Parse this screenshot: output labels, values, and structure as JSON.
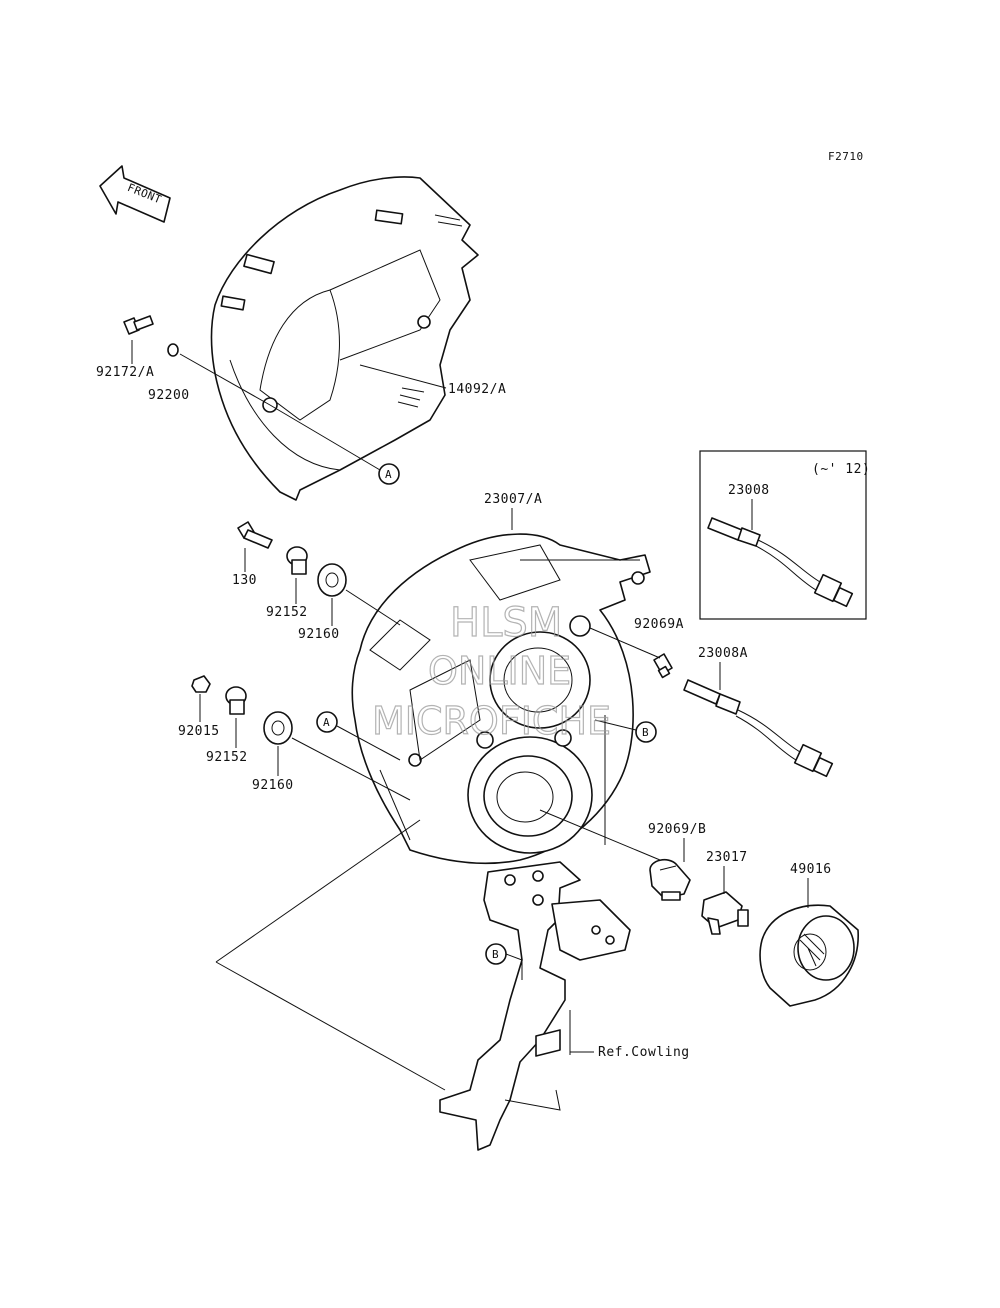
{
  "figure_code": "F2710",
  "front_arrow_label": "FRONT",
  "inset_note": "(~' 12)",
  "watermark": {
    "line1": "HLSM",
    "line2": "ONLINE",
    "line3": "MICROFICHE"
  },
  "callouts": {
    "a1": "A",
    "a2": "A",
    "b1": "B",
    "b2": "B"
  },
  "parts": {
    "p14092": "14092/A",
    "p92172": "92172/A",
    "p92200": "92200",
    "p23007": "23007/A",
    "p23008": "23008",
    "p130": "130",
    "p92152a": "92152",
    "p92160a": "92160",
    "p92069a": "92069A",
    "p23008a": "23008A",
    "p92015": "92015",
    "p92152b": "92152",
    "p92160b": "92160",
    "p92069b": "92069/B",
    "p23017": "23017",
    "p49016": "49016",
    "ref_cowling": "Ref.Cowling"
  }
}
